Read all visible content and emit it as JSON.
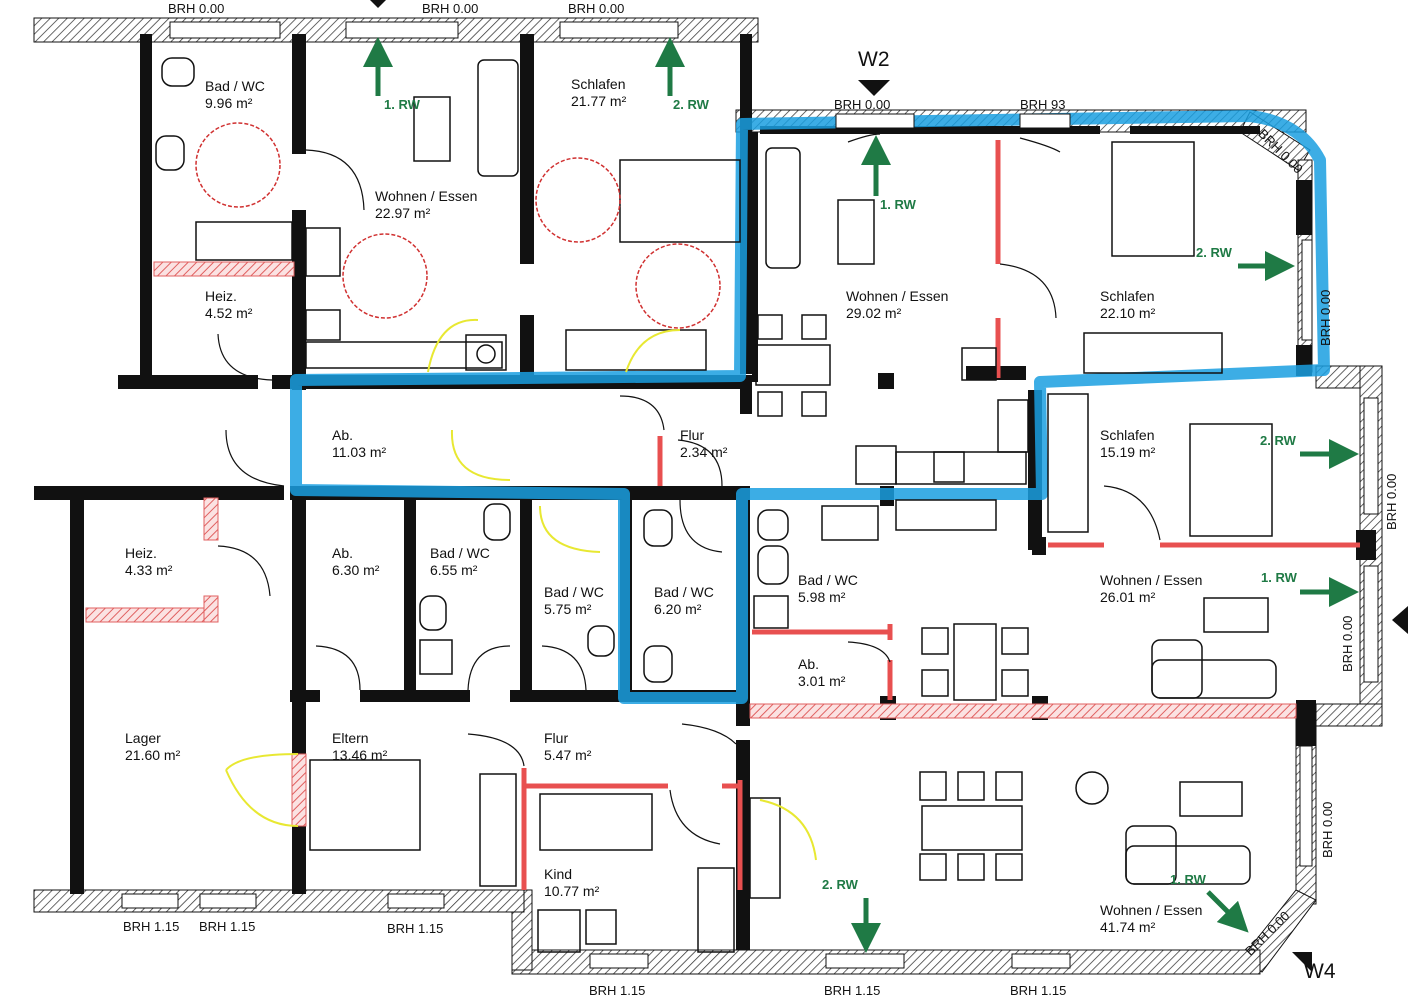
{
  "colors": {
    "wall": "#111111",
    "hatch": "#e06060",
    "rescue": "#1f7a45",
    "highlight": "#1a9fe0",
    "door_swing": "#e8e832",
    "wheelchair": "#d03030"
  },
  "rooms": [
    {
      "name": "Bad / WC",
      "area": "9.96 m²"
    },
    {
      "name": "Wohnen / Essen",
      "area": "22.97 m²"
    },
    {
      "name": "Schlafen",
      "area": "21.77 m²"
    },
    {
      "name": "Heiz.",
      "area": "4.52 m²"
    },
    {
      "name": "Wohnen / Essen",
      "area": "29.02 m²"
    },
    {
      "name": "Schlafen",
      "area": "22.10 m²"
    },
    {
      "name": "Ab.",
      "area": "11.03 m²"
    },
    {
      "name": "Flur",
      "area": "2.34 m²"
    },
    {
      "name": "Schlafen",
      "area": "15.19 m²"
    },
    {
      "name": "Heiz.",
      "area": "4.33 m²"
    },
    {
      "name": "Ab.",
      "area": "6.30 m²"
    },
    {
      "name": "Bad / WC",
      "area": "6.55 m²"
    },
    {
      "name": "Bad / WC",
      "area": "5.75 m²"
    },
    {
      "name": "Bad / WC",
      "area": "6.20 m²"
    },
    {
      "name": "Bad / WC",
      "area": "5.98 m²"
    },
    {
      "name": "Wohnen / Essen",
      "area": "26.01 m²"
    },
    {
      "name": "Ab.",
      "area": "3.01 m²"
    },
    {
      "name": "Lager",
      "area": "21.60 m²"
    },
    {
      "name": "Eltern",
      "area": "13.46 m²"
    },
    {
      "name": "Flur",
      "area": "5.47 m²"
    },
    {
      "name": "Kind",
      "area": "10.77 m²"
    },
    {
      "name": "Wohnen / Essen",
      "area": "41.74 m²"
    }
  ],
  "brh": [
    "BRH 0.00",
    "BRH 0.00",
    "BRH 0.00",
    "BRH 0.00",
    "BRH 93",
    "BRH 0.00",
    "BRH 0.00",
    "BRH 0.00",
    "BRH 0.00",
    "BRH 0.00",
    "BRH 0.00",
    "BRH 1.15",
    "BRH 1.15",
    "BRH 1.15",
    "BRH 1.15",
    "BRH 1.15",
    "BRH 1.15"
  ],
  "rescue": [
    "1. RW",
    "2. RW",
    "1. RW",
    "2. RW",
    "2. RW",
    "1. RW",
    "2. RW",
    "1. RW"
  ],
  "wall_tags": [
    "W2",
    "W4"
  ]
}
